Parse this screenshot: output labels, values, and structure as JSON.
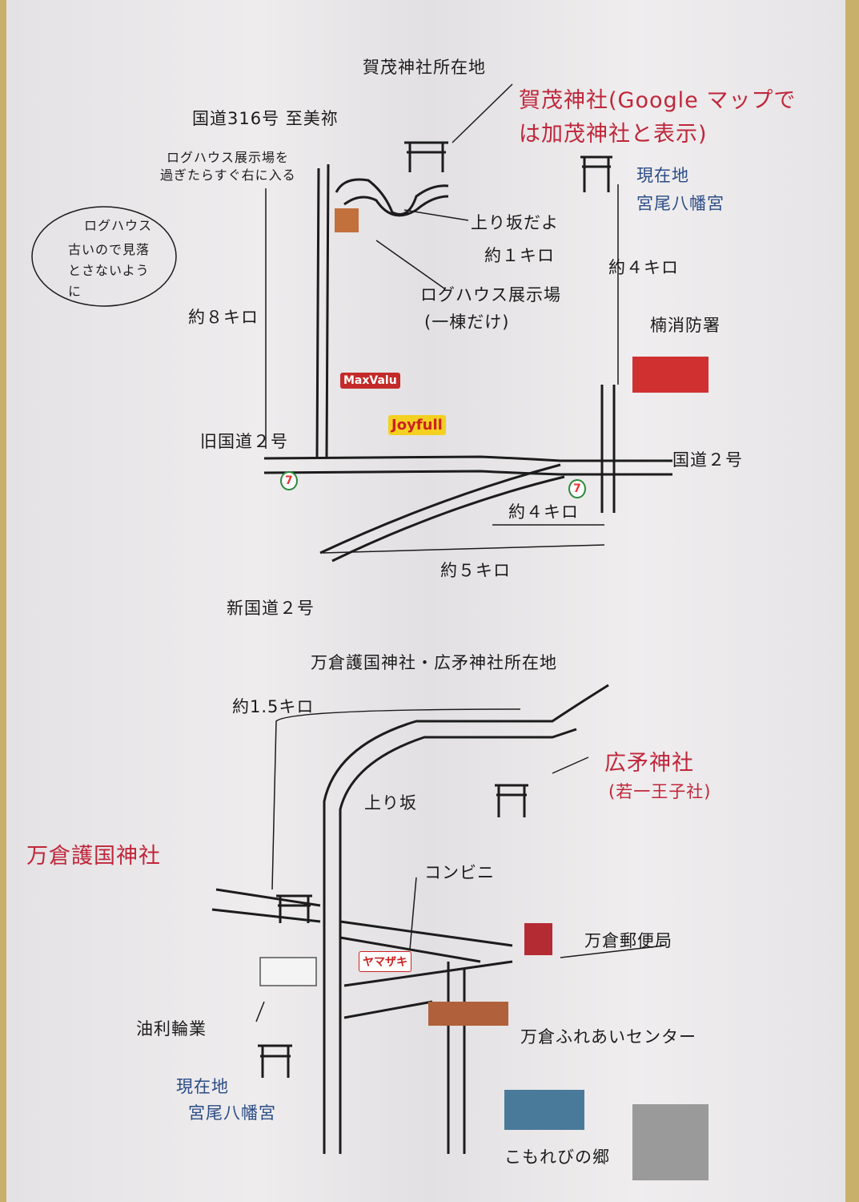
{
  "labels": {
    "kamo_location": "賀茂神社所在地",
    "kamo_shrine_1": "賀茂神社(Google マップで",
    "kamo_shrine_2": "は加茂神社と表示)",
    "route316": "国道316号  至美祢",
    "loghouse_dir_1": "ログハウス展示場を",
    "loghouse_dir_2": "過ぎたらすぐ右に入る",
    "current_top_1": "現在地",
    "current_top_2": "宮尾八幡宮",
    "bubble_1": "ログハウス",
    "bubble_2": "古いので見落",
    "bubble_3": "とさないよう",
    "bubble_4": "に",
    "uphill": "上り坂だよ",
    "approx_1km": "約１キロ",
    "approx_4km_top": "約４キロ",
    "loghouse_1": "ログハウス展示場",
    "loghouse_2": "(一棟だけ)",
    "approx_8km": "約８キロ",
    "fire_station": "楠消防署",
    "old_route2": "旧国道２号",
    "route2": "国道２号",
    "approx_4km_mid": "約４キロ",
    "approx_5km": "約５キロ",
    "new_route2": "新国道２号",
    "makura_location": "万倉護国神社・広矛神社所在地",
    "approx_15km": "約1.5キロ",
    "hiroho_1": "広矛神社",
    "hiroho_2": "(若一王子社)",
    "uphill_2": "上り坂",
    "makura_gokoku": "万倉護国神社",
    "convenience": "コンビニ",
    "post_office": "万倉郵便局",
    "yuri_cycle": "油利輪業",
    "fureai_center": "万倉ふれあいセンター",
    "current_bottom_1": "現在地",
    "current_bottom_2": "宮尾八幡宮",
    "komorebi": "こもれびの郷"
  },
  "logos": {
    "maxvalu": "MaxValu",
    "joyfull": "Joyfull",
    "yamazaki": "ヤマザキ",
    "seven_1": "7",
    "seven_2": "7"
  },
  "colors": {
    "red": "#c0263a",
    "blue": "#2b4c86",
    "ink": "#1c1c1c"
  }
}
